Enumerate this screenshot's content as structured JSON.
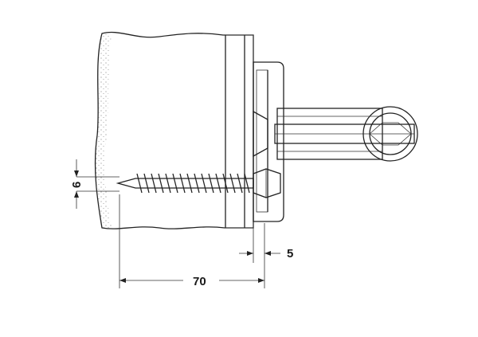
{
  "dimensions": {
    "diameter_label": "6",
    "offset_label": "5",
    "depth_label": "70"
  },
  "colors": {
    "line": "#222222",
    "grain_fill": "#f4f4f4",
    "metal_fill": "#e6e6e6",
    "background": "#ffffff"
  }
}
